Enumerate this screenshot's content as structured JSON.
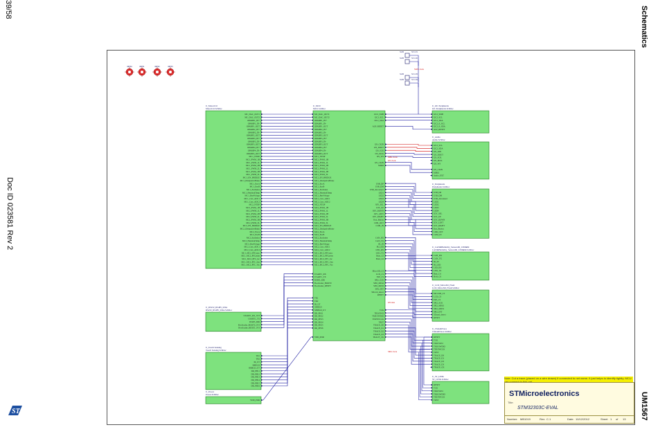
{
  "page": {
    "number": "39/58",
    "doc_id": "Doc ID 023581 Rev 2",
    "section": "Schematics",
    "manual_ref": "UM1567"
  },
  "mounting_holes": [
    "MH4",
    "MH1",
    "MH2",
    "MH3"
  ],
  "blocks": {
    "motor": {
      "title": "U_MotorCtrl",
      "file": "MotorCtrl.SchDoc",
      "pins": [
        "MC_DAC_OUT1",
        "MC_DAC_OUT2",
        "OPAMP1_IN+",
        "OPAMP1_IN-",
        "OPAMP1_OUT",
        "OPAMP2_IN+",
        "OPAMP2_IN-",
        "OPAMP2_OUT",
        "OPAMP3_IN+",
        "OPAMP3_IN-",
        "OPAMP3_OUT",
        "OPAMP4_IN+",
        "OPAMP4_IN-",
        "OPAMP4_OUT",
        "MC1_NTOP",
        "MC1_PWM_1H",
        "MC1_PWM_1L",
        "MC1_PWM_2H",
        "MC1_PWM_2L",
        "MC1_PWM_3H",
        "MC1_PWM_3L",
        "MC1_EN_BRIDGE",
        "MC1_DissipativeBrake",
        "MC1_EncA",
        "MC1_EncB",
        "MC1_EncIndex",
        "MC1_HeatsinkTemp",
        "MC1_BusVoltage",
        "MC1_Curr_ADC1",
        "MC1_Curr_ADC2",
        "MC2_NTOP",
        "MC2_PWM_1H",
        "MC2_PWM_1L",
        "MC2_PWM_2H",
        "MC2_PWM_2L",
        "MC2_PWM_3H",
        "MC2_PWM_3L",
        "MC2_EN_BRIDGE",
        "MC2_DissipativeBrake",
        "MC2_EncA",
        "MC2_EncB",
        "MC2_EncIndex",
        "MC2_HeatsinkTemp",
        "MC2_BusVoltage",
        "MC2_Curr_ADC1",
        "MC2_Curr_ADC2",
        "MC1_MC2_PFCsync",
        "MC1_MC2_PFCpwm",
        "MC1_MC2_PFC_Iac",
        "MC1_MC2_PFC_Sen",
        "MC1_MC2_PFC_Vac"
      ]
    },
    "mcu": {
      "title": "U_MCU",
      "file": "MCU.SchDoc",
      "left_pins": [
        "MC_DAC_OUT1",
        "MC_DAC_OUT2",
        "OPAMP1_IN+",
        "OPAMP1_IN-",
        "OPAMP1_OUT",
        "OPAMP2_IN+",
        "OPAMP2_IN-",
        "OPAMP2_OUT",
        "OPAMP3_IN+",
        "OPAMP3_IN-",
        "OPAMP3_OUT",
        "OPAMP4_IN+",
        "OPAMP4_IN-",
        "OPAMP4_OUT",
        "MC1_NTOP",
        "MC1_PWM_1H",
        "MC1_PWM_1L",
        "MC1_PWM_2H",
        "MC1_PWM_2L",
        "MC1_PWM_3H",
        "MC1_PWM_3L",
        "MC1_EN_BRIDGE",
        "MC1_DissipativeBrake",
        "MC1_EncA",
        "MC1_EncB",
        "MC1_EncIndex",
        "MC1_HeatsinkTemp",
        "MC1_BusVoltage",
        "MC1_Curr_ADC1",
        "MC1_Curr_ADC2",
        "MC2_NTOP",
        "MC2_PWM_1H",
        "MC2_PWM_1L",
        "MC2_PWM_2H",
        "MC2_PWM_2L",
        "MC2_PWM_3H",
        "MC2_PWM_3L",
        "MC2_EN_BRIDGE",
        "MC2_DissipativeBrake",
        "MC2_EncA",
        "MC2_EncB",
        "MC2_EncIndex",
        "MC2_HeatsinkTemp",
        "MC2_BusVoltage",
        "MC2_Curr_ADC1",
        "MC2_Curr_ADC2",
        "MC1_MC2_PFCsync",
        "MC1_MC2_PFCpwm",
        "MC1_MC2_PFC_Iac",
        "MC1_MC2_PFC_Sen",
        "MC1_MC2_PFC_Vac",
        "",
        "",
        "USART1_RX",
        "USART1_TX",
        "RS485_DIR",
        "Bootloader_BOOT0",
        "Bootloader_RESET",
        "",
        "",
        "",
        "TR1",
        "TR2",
        "IR_UT",
        "SHIELD",
        "SHIELD_UT",
        "DR_PH11",
        "DR_PH12",
        "DR_PH13",
        "DR_PH14",
        "DR_PH15",
        "DR_PH16",
        "",
        "",
        "VDD_POR"
      ],
      "right_pins": [
        "I2C2_SMB",
        "I2C2_SCL",
        "I2C2_SDA",
        "",
        "ALP_RESET",
        "",
        "",
        "",
        "",
        "",
        "I2S_CKIN",
        "I2S_DOUT",
        "I2S_SCK",
        "I2S_MCK",
        "I2S_WS",
        "",
        "I2S_CKIN",
        "MIRO",
        "",
        "",
        "",
        "",
        "",
        "USB_DP",
        "USB_DM",
        "USB_disconnect",
        "LED1",
        "LED2",
        "LED3",
        "LED4",
        "JOY_SEL",
        "JOY_UP",
        "JOY_DOWN",
        "JOY_LEFT",
        "JOY_RIGHT",
        "Key_Button",
        "LDR_OUT",
        "COM_IN",
        "",
        "",
        "",
        "CAN_RX",
        "CAN_TX",
        "IR_IN",
        "IR_LED",
        "LED_RX",
        "LED_TX",
        "Bust_Ctl",
        "Hold_Ctl",
        "",
        "",
        "",
        "MicroSD_CS",
        "LCD_CS",
        "E2P_CS",
        "SPI2_SCK",
        "SPI2_MISO",
        "SPI2_MOSI",
        "SPI2_INT",
        "SDcard_detect",
        "RESET",
        "",
        "",
        "",
        "",
        "TCK",
        "TDO/SWO",
        "TMS/SWDIO",
        "TDI/SWCLK",
        "TRST",
        "TRACE_D0",
        "TRACE_D1",
        "TRACE_D2",
        "TRACE_D3",
        "TRACE_CK"
      ]
    },
    "rs232": {
      "title": "U_RS232_RS485_IrDA",
      "file": "RS232_RS485_IrDA.SchDoc",
      "pins": [
        "USART1_RX_3V3",
        "USART1_TX",
        "RS485_DIR",
        "Bootloader_BOOT0_3V3",
        "Bootloader_RESET_3V3"
      ]
    },
    "touch": {
      "title": "U_Touch Sensing",
      "file": "Touch Sensing.SchDoc",
      "pins": [
        "TR1",
        "TR2",
        "IR_UT",
        "SHIELD",
        "SHIELD_UT",
        "DR_PH11",
        "DR_PH12",
        "DR_PH13",
        "DR_PH14",
        "DR_PH15",
        "DR_PH16"
      ]
    },
    "power": {
      "title": "U_Power",
      "file": "Power.SchDoc",
      "pins": [
        "VDD_POR"
      ]
    },
    "i2c": {
      "title": "U_I2C Peripherals",
      "file": "I2C Peripherals.SchDoc",
      "pins": [
        "I2C2_SMB",
        "I2C2_SCL",
        "I2C2_SDA",
        "I2C2_E_SCL",
        "I2C2_E_SDA",
        "ALP_RESET"
      ]
    },
    "audio": {
      "title": "U_Audio",
      "file": "Audio.SchDoc",
      "pins": [
        "I2C2_SCL",
        "I2C2_SDA",
        "I2S_DIN",
        "I2S_DOUT",
        "I2S_SCK",
        "I2S_MCK",
        "I2S_WS",
        "",
        "I2S_CKIN",
        "MIRO",
        "Audio_EXT"
      ]
    },
    "periph": {
      "title": "U_Peripherals",
      "file": "Peripherals.SchDoc",
      "pins": [
        "USB_DP",
        "USB_DM",
        "USB_disconnect",
        "LED1",
        "LED2",
        "LED3",
        "LED4",
        "JOY_SEL",
        "JOY_UP",
        "JOY_DOWN",
        "JOY_LEFT",
        "JOY_RIGHT",
        "Key_Button",
        "LDR_OUT",
        "COM_IN"
      ]
    },
    "can": {
      "title": "U_CAN&Humidity_SensorsIR_LED&IR",
      "file": "CAN&Humidity_SensorsIR_LED&IR.SchDoc",
      "pins": [
        "CAN_RX",
        "CAN_TX",
        "IR_IN",
        "IR_LED",
        "LED_RX",
        "LED_TX",
        "Bust_Ctl",
        "Hold_Ctl"
      ]
    },
    "lcd": {
      "title": "U_LCD_MicroSD_Flash",
      "file": "LCD_MicroSD_Flash.SchDoc",
      "pins": [
        "MicroSD_CS",
        "LCD_CS",
        "E2P_CS",
        "SPI2_SCK",
        "SPI2_MISO",
        "SPI2_MOSI",
        "SPI2_INT",
        "SDcard_detect",
        "RESET"
      ]
    },
    "jtag": {
      "title": "U_JTAG&Trace",
      "file": "JTAG&Trace.SchDoc",
      "pins": [
        "RESET",
        "TCK",
        "TDO/SWO",
        "TMS/SWDIO",
        "TDI/SWCLK",
        "TRST",
        "TRACE_D0",
        "TRACE_D1",
        "TRACE_D2",
        "TRACE_D3",
        "TRACE_CK"
      ]
    },
    "stlink": {
      "title": "U_ST_LINK",
      "file": "ST_LINK.SchDoc",
      "pins": [
        "RESET",
        "TCK",
        "TDO/SWO",
        "TMS/SWDIO",
        "TDI/SWCLK",
        "TRST"
      ]
    }
  },
  "jumpers": [
    {
      "ref": "JP1",
      "labels": [
        "SUB",
        "ST1 P1"
      ]
    },
    {
      "ref": "JP2",
      "labels": [
        "SUB",
        "ST1 P2"
      ]
    },
    {
      "ref": "JP3",
      "labels": [
        "SUB",
        "ST1 P3"
      ]
    },
    {
      "ref": "JP4",
      "labels": [
        "SUB",
        "ST1 P4"
      ]
    }
  ],
  "net_labels": [
    "MBL clock",
    "I2S clock",
    "I2S data",
    "SPI2 clock",
    "SWD clock"
  ],
  "title_block": {
    "note": "Note: Cut a trace (placed on a wire drawn) if connected to net name. It just helps to identify tightly; MCU can connect to this net.",
    "company": "STMicroelectronics",
    "title_label": "Title:",
    "title": "STM32303C-EVAL",
    "number_label": "Number:",
    "number": "MB1019",
    "rev_label": "Rev:",
    "rev": "C.1",
    "date_label": "Date:",
    "date": "10/12/2012",
    "sheet_label": "Sheet",
    "sheet": "1",
    "of_label": "of",
    "total": "13"
  },
  "colors": {
    "block_fill": "#7ee27e",
    "block_border": "#1a7a1a",
    "wire": "#1a1aa0",
    "net_red": "#d00000",
    "hole": "#e03030",
    "frame": "#555555",
    "st_logo": "#1d4fa0"
  },
  "icons": {
    "logo": "st-logo-icon",
    "mounting_hole": "mounting-hole-icon"
  }
}
